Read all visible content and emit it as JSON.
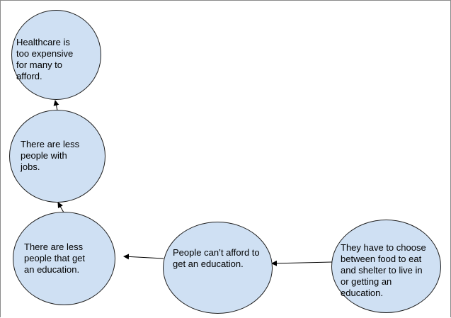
{
  "diagram": {
    "nodes": [
      {
        "id": "healthcare",
        "text": "Healthcare is\ntoo expensive\nfor many to\nafford."
      },
      {
        "id": "jobs",
        "text": "There are less\npeople with\njobs."
      },
      {
        "id": "education-less",
        "text": "There are less\npeople that get\nan education."
      },
      {
        "id": "cant-afford",
        "text": "People can’t afford to\nget an education."
      },
      {
        "id": "choose",
        "text": "They have to choose\nbetween food to eat\nand shelter to live in\nor getting an\neducation."
      }
    ],
    "edges": [
      {
        "from": "choose",
        "to": "cant-afford"
      },
      {
        "from": "cant-afford",
        "to": "education-less"
      },
      {
        "from": "education-less",
        "to": "jobs"
      },
      {
        "from": "jobs",
        "to": "healthcare"
      }
    ],
    "colors": {
      "node_fill": "#cfe0f3",
      "node_stroke": "#1f1f1f",
      "arrow": "#000000"
    }
  }
}
